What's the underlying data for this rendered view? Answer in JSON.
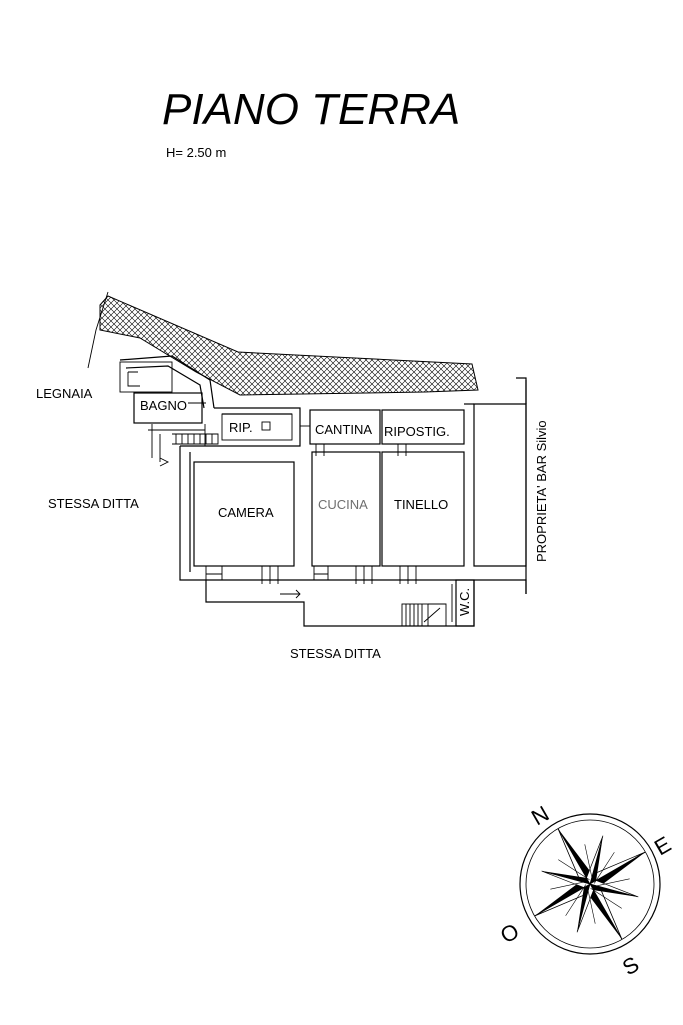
{
  "title": "PIANO TERRA",
  "height_note": "H= 2.50 m",
  "rooms": {
    "legnaia": "LEGNAIA",
    "bagno": "BAGNO",
    "rip": "RIP.",
    "cantina": "CANTINA",
    "ripostig": "RIPOSTIG.",
    "camera": "CAMERA",
    "cucina": "CUCINA",
    "tinello": "TINELLO",
    "wc": "W.C."
  },
  "neighbours": {
    "left": "STESSA DITTA",
    "bottom": "STESSA DITTA",
    "right": "PROPRIETA' BAR Silvio"
  },
  "compass": {
    "n": "N",
    "e": "E",
    "s": "S",
    "o": "O"
  }
}
